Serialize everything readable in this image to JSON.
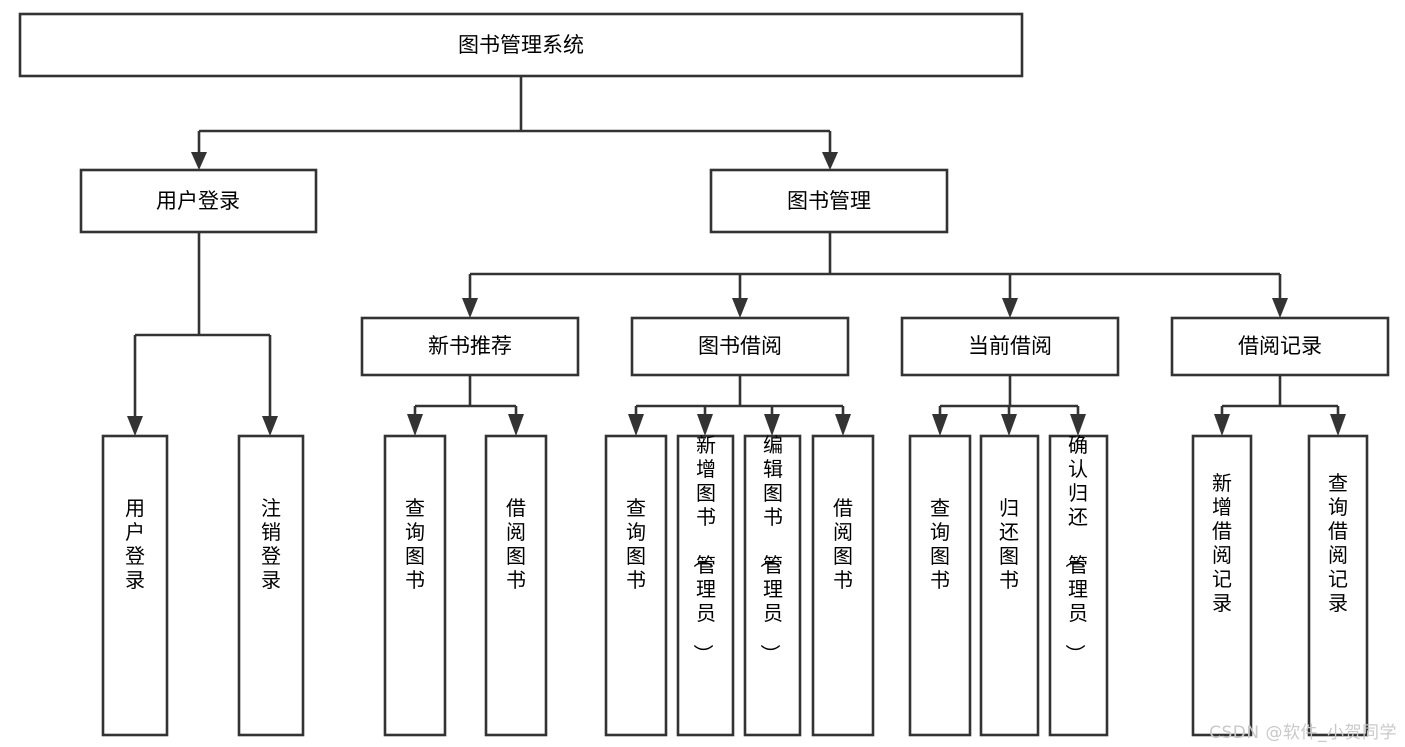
{
  "diagram": {
    "type": "tree",
    "title": "图书管理系统",
    "root": {
      "id": "root",
      "label": "图书管理系统",
      "orientation": "horizontal"
    },
    "level2": [
      {
        "id": "user-login",
        "label": "用户登录",
        "orientation": "horizontal"
      },
      {
        "id": "book-manage",
        "label": "图书管理",
        "orientation": "horizontal"
      }
    ],
    "level3": [
      {
        "id": "new-book-recommend",
        "label": "新书推荐",
        "orientation": "horizontal",
        "parent": "book-manage"
      },
      {
        "id": "book-borrow",
        "label": "图书借阅",
        "orientation": "horizontal",
        "parent": "book-manage"
      },
      {
        "id": "current-borrow",
        "label": "当前借阅",
        "orientation": "horizontal",
        "parent": "book-manage"
      },
      {
        "id": "borrow-record",
        "label": "借阅记录",
        "orientation": "horizontal",
        "parent": "book-manage"
      }
    ],
    "leaves": [
      {
        "id": "leaf-user-login",
        "label": "用户登录",
        "orientation": "vertical",
        "parent": "user-login"
      },
      {
        "id": "leaf-user-logout",
        "label": "注销登录",
        "orientation": "vertical",
        "parent": "user-login"
      },
      {
        "id": "leaf-query-book-1",
        "label": "查询图书",
        "orientation": "vertical",
        "parent": "new-book-recommend"
      },
      {
        "id": "leaf-borrow-book-1",
        "label": "借阅图书",
        "orientation": "vertical",
        "parent": "new-book-recommend"
      },
      {
        "id": "leaf-query-book-2",
        "label": "查询图书",
        "orientation": "vertical",
        "parent": "book-borrow"
      },
      {
        "id": "leaf-add-book",
        "label": "新增图书（管理员）",
        "orientation": "vertical",
        "parent": "book-borrow"
      },
      {
        "id": "leaf-edit-book",
        "label": "编辑图书（管理员）",
        "orientation": "vertical",
        "parent": "book-borrow"
      },
      {
        "id": "leaf-borrow-book-2",
        "label": "借阅图书",
        "orientation": "vertical",
        "parent": "book-borrow"
      },
      {
        "id": "leaf-query-book-3",
        "label": "查询图书",
        "orientation": "vertical",
        "parent": "current-borrow"
      },
      {
        "id": "leaf-return-book",
        "label": "归还图书",
        "orientation": "vertical",
        "parent": "current-borrow"
      },
      {
        "id": "leaf-confirm-return",
        "label": "确认归还（管理员）",
        "orientation": "vertical",
        "parent": "current-borrow"
      },
      {
        "id": "leaf-add-record",
        "label": "新增借阅记录",
        "orientation": "vertical",
        "parent": "borrow-record"
      },
      {
        "id": "leaf-query-record",
        "label": "查询借阅记录",
        "orientation": "vertical",
        "parent": "borrow-record"
      }
    ],
    "colors": {
      "stroke": "#333333",
      "fill": "#ffffff",
      "text": "#000000",
      "watermark": "#c9c9c9"
    }
  },
  "watermark": {
    "text": "CSDN @软件_小贺同学"
  }
}
